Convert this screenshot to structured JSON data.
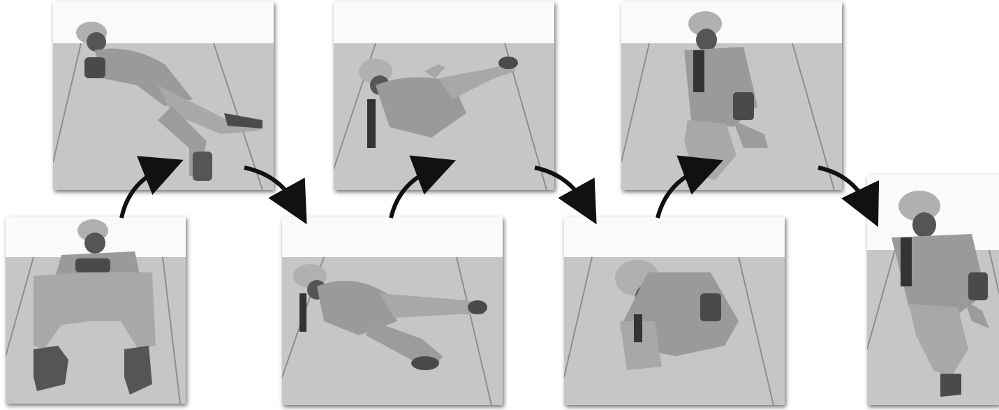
{
  "sequence": {
    "frames": [
      {
        "id": "frame-1",
        "pose": "airborne-tuck"
      },
      {
        "id": "frame-2",
        "pose": "airborne-extend"
      },
      {
        "id": "frame-3",
        "pose": "prone-landing"
      },
      {
        "id": "frame-4",
        "pose": "prone-aiming"
      },
      {
        "id": "frame-5",
        "pose": "rolling-up"
      },
      {
        "id": "frame-6",
        "pose": "kneeling-aiming"
      },
      {
        "id": "frame-7",
        "pose": "rising-aiming"
      }
    ],
    "arrow_icon": "curved-arrow-icon",
    "colors": {
      "background": "#ffffff",
      "photo_sky": "#fafafa",
      "floor": "#c4c4c4",
      "floor_line": "#8a8a8a",
      "figure_dark": "#4a4a4a",
      "figure_mid": "#8c8c8c",
      "figure_light": "#bdbdbd",
      "arrow": "#111111"
    }
  }
}
